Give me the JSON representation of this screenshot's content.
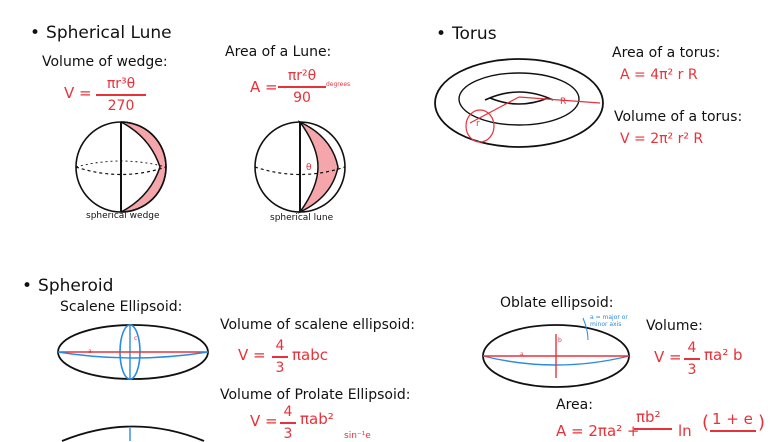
{
  "spherical_lune": {
    "heading": "Spherical Lune",
    "volume_wedge_label": "Volume of wedge:",
    "volume_wedge_lhs": "V =",
    "volume_wedge_num": "πr³θ",
    "volume_wedge_den": "270",
    "area_lune_label": "Area of a Lune:",
    "area_lune_lhs": "A =",
    "area_lune_num": "πr²θ",
    "area_lune_den": "90",
    "degrees_note": "degrees",
    "wedge_caption": "spherical wedge",
    "lune_caption": "spherical lune"
  },
  "torus": {
    "heading": "Torus",
    "area_label": "Area of a torus:",
    "area_formula": "A = 4π² r R",
    "volume_label": "Volume of a torus:",
    "volume_formula": "V = 2π² r² R",
    "label_R": "R",
    "label_r": "r"
  },
  "spheroid": {
    "heading": "Spheroid",
    "scalene_label": "Scalene Ellipsoid:",
    "vol_scalene_label": "Volume of scalene ellipsoid:",
    "vol_scalene_lhs": "V =",
    "vol_scalene_num": "4",
    "vol_scalene_den": "3",
    "vol_scalene_tail": "πabc",
    "vol_prolate_label": "Volume of Prolate Ellipsoid:",
    "vol_prolate_lhs": "V =",
    "vol_prolate_num": "4",
    "vol_prolate_den": "3",
    "vol_prolate_tail": "πab²",
    "oblate_label": "Oblate ellipsoid:",
    "oblate_note": "a = major or minor axis",
    "oblate_volume_label": "Volume:",
    "oblate_vol_lhs": "V =",
    "oblate_vol_num": "4",
    "oblate_vol_den": "3",
    "oblate_vol_tail": "πa² b",
    "area_label": "Area:",
    "area_lhs": "A = 2πa² +",
    "area_num": "πb²",
    "area_ln": "ln",
    "area_inner_num": "1 + e",
    "partial_sin": "sin⁻¹e",
    "label_a": "a",
    "label_b": "b",
    "label_c": "c"
  },
  "colors": {
    "red": "#e8323a",
    "blue": "#2b8be0",
    "pink_fill": "#f4a6aa",
    "ink": "#111111"
  }
}
